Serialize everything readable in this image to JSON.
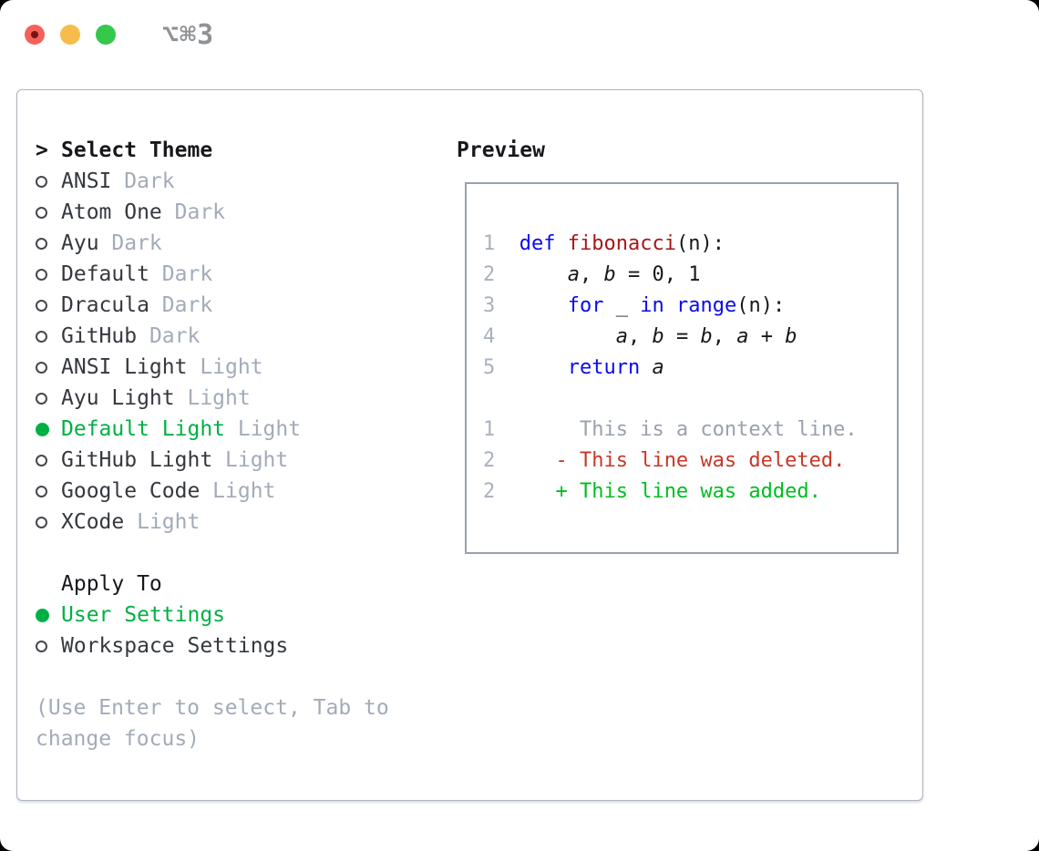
{
  "window": {
    "title": "⌥⌘3"
  },
  "theme_list": {
    "header_prefix": ">",
    "header": "Select Theme",
    "items": [
      {
        "name": "ANSI",
        "variant": "Dark",
        "selected": false
      },
      {
        "name": "Atom One",
        "variant": "Dark",
        "selected": false
      },
      {
        "name": "Ayu",
        "variant": "Dark",
        "selected": false
      },
      {
        "name": "Default",
        "variant": "Dark",
        "selected": false
      },
      {
        "name": "Dracula",
        "variant": "Dark",
        "selected": false
      },
      {
        "name": "GitHub",
        "variant": "Dark",
        "selected": false
      },
      {
        "name": "ANSI Light",
        "variant": "Light",
        "selected": false
      },
      {
        "name": "Ayu Light",
        "variant": "Light",
        "selected": false
      },
      {
        "name": "Default Light",
        "variant": "Light",
        "selected": true
      },
      {
        "name": "GitHub Light",
        "variant": "Light",
        "selected": false
      },
      {
        "name": "Google Code",
        "variant": "Light",
        "selected": false
      },
      {
        "name": "XCode",
        "variant": "Light",
        "selected": false
      }
    ]
  },
  "apply_to": {
    "header": "Apply To",
    "options": [
      {
        "label": "User Settings",
        "selected": true
      },
      {
        "label": "Workspace Settings",
        "selected": false
      }
    ]
  },
  "help": {
    "lines": [
      "(Use Enter to select, Tab to",
      "change focus)"
    ]
  },
  "preview": {
    "header": "Preview",
    "lines": [
      {
        "tokens": [
          {
            "t": "1  ",
            "c": "num"
          },
          {
            "t": "def",
            "c": "kw"
          },
          {
            "t": " ",
            "c": "pl"
          },
          {
            "t": "fibonacci",
            "c": "fn"
          },
          {
            "t": "(n):",
            "c": "pl"
          }
        ]
      },
      {
        "tokens": [
          {
            "t": "2  ",
            "c": "num"
          },
          {
            "t": "    ",
            "c": "pl"
          },
          {
            "t": "a",
            "c": "var"
          },
          {
            "t": ", ",
            "c": "pl"
          },
          {
            "t": "b",
            "c": "var"
          },
          {
            "t": " = 0, 1",
            "c": "pl"
          }
        ]
      },
      {
        "tokens": [
          {
            "t": "3  ",
            "c": "num"
          },
          {
            "t": "    ",
            "c": "pl"
          },
          {
            "t": "for",
            "c": "kw"
          },
          {
            "t": " _ ",
            "c": "pl"
          },
          {
            "t": "in",
            "c": "kw"
          },
          {
            "t": " ",
            "c": "pl"
          },
          {
            "t": "range",
            "c": "kw"
          },
          {
            "t": "(n):",
            "c": "pl"
          }
        ]
      },
      {
        "tokens": [
          {
            "t": "4  ",
            "c": "num"
          },
          {
            "t": "        ",
            "c": "pl"
          },
          {
            "t": "a",
            "c": "var"
          },
          {
            "t": ", ",
            "c": "pl"
          },
          {
            "t": "b",
            "c": "var"
          },
          {
            "t": " = ",
            "c": "pl"
          },
          {
            "t": "b",
            "c": "var"
          },
          {
            "t": ", ",
            "c": "pl"
          },
          {
            "t": "a",
            "c": "var"
          },
          {
            "t": " + ",
            "c": "pl"
          },
          {
            "t": "b",
            "c": "var"
          }
        ]
      },
      {
        "tokens": [
          {
            "t": "5  ",
            "c": "num"
          },
          {
            "t": "    ",
            "c": "pl"
          },
          {
            "t": "return",
            "c": "kw"
          },
          {
            "t": " ",
            "c": "pl"
          },
          {
            "t": "a",
            "c": "var"
          }
        ]
      },
      {
        "tokens": []
      },
      {
        "tokens": [
          {
            "t": "1",
            "c": "num"
          },
          {
            "t": "       ",
            "c": "pl"
          },
          {
            "t": "This is a context line.",
            "c": "ctx"
          }
        ]
      },
      {
        "tokens": [
          {
            "t": "2",
            "c": "num"
          },
          {
            "t": "     ",
            "c": "pl"
          },
          {
            "t": "- This line was deleted.",
            "c": "del"
          }
        ]
      },
      {
        "tokens": [
          {
            "t": "2",
            "c": "num"
          },
          {
            "t": "     ",
            "c": "pl"
          },
          {
            "t": "+ This line was added.",
            "c": "add"
          }
        ]
      }
    ]
  },
  "colors": {
    "accent_green": "#00b044",
    "keyword_blue": "#0a0aee",
    "function_red": "#a81717",
    "deleted_red": "#c93726",
    "added_green": "#00bd22",
    "context_gray": "#9aa1ab",
    "line_number_gray": "#a9b1bd",
    "muted_gray": "#a3abb8",
    "name_color": "#35383e",
    "text_black": "#17181c",
    "panel_border": "#aeb4bd",
    "preview_border": "#9aa1ac",
    "title_gray": "#8f9296",
    "light_red": "#f3625a",
    "light_yellow": "#f7bd4c",
    "light_green": "#35c84b"
  }
}
